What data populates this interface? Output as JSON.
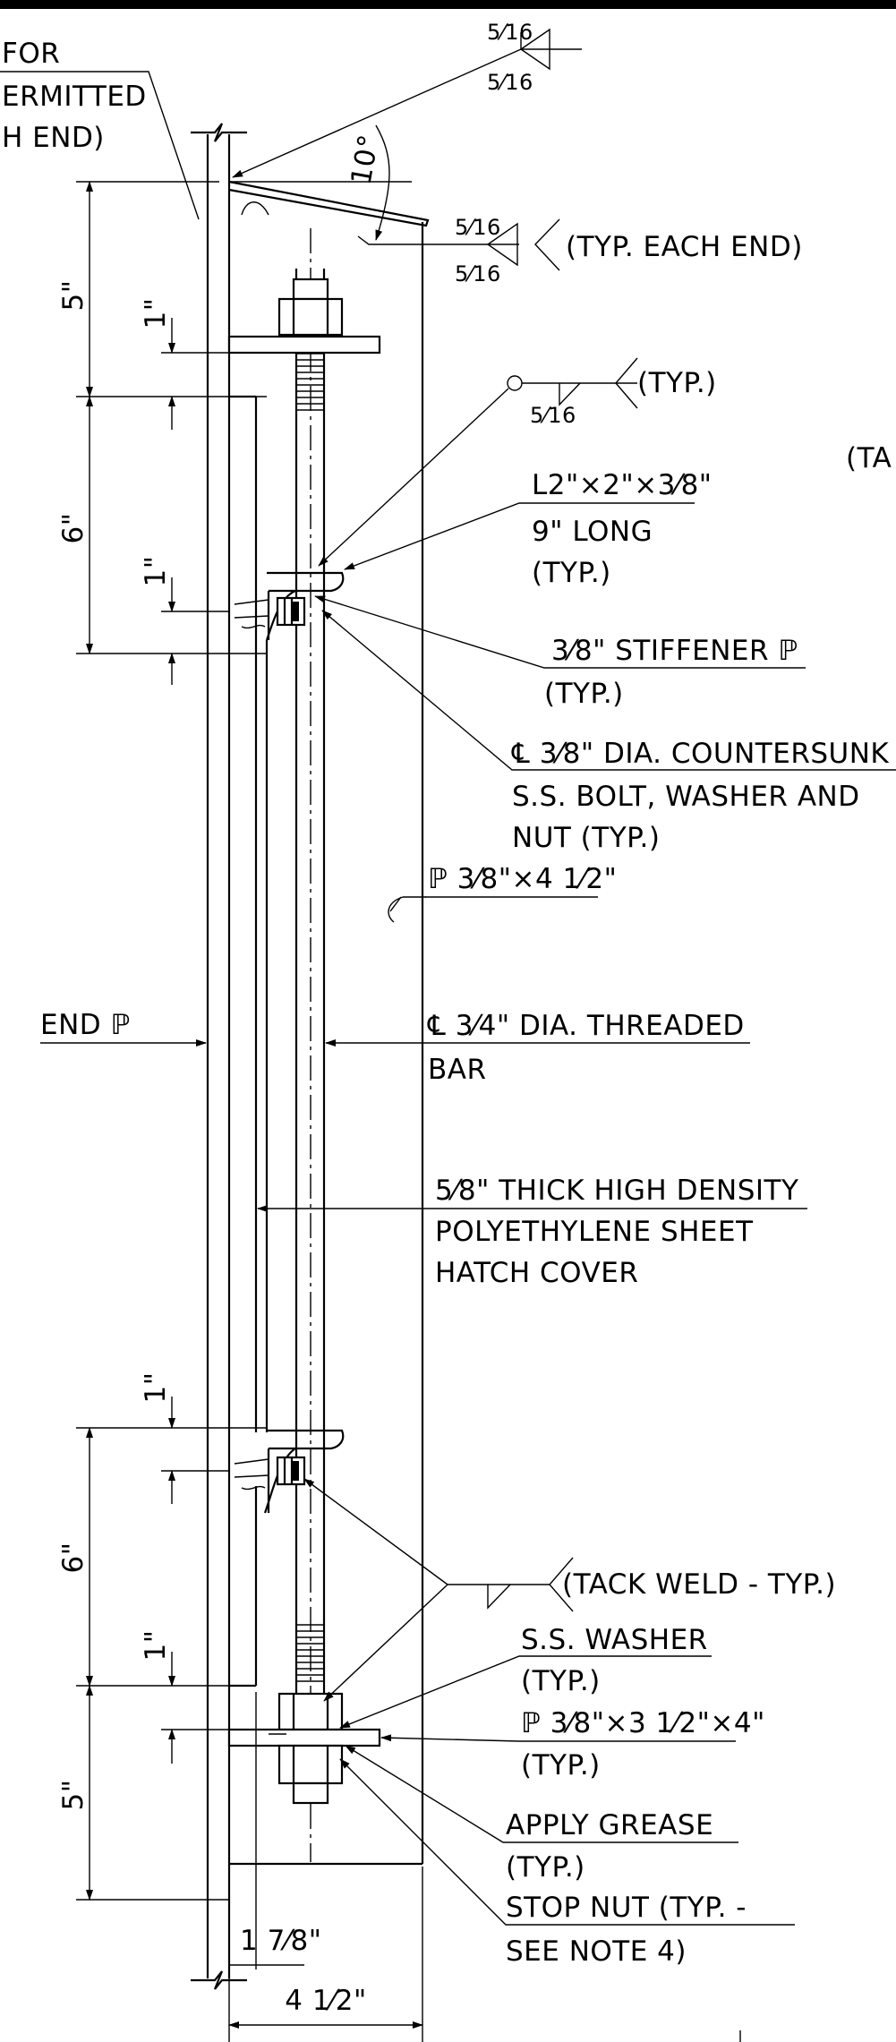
{
  "partial_notes": {
    "line1": "FOR",
    "line2": "ERMITTED",
    "line3": "H END)",
    "right_partial": "(TA"
  },
  "fractions": {
    "five_sixteenths": "5⁄16",
    "five": "5",
    "sixteen": "16",
    "three_eighths": "3⁄8",
    "seven_eighths": "7⁄8",
    "one_half": "1⁄2"
  },
  "angle": "10°",
  "dimensions": {
    "top_5": "5\"",
    "top_1": "1\"",
    "top_6": "6\"",
    "mid_1": "1\"",
    "bot_1a": "1\"",
    "bot_6": "6\"",
    "bot_1b": "1\"",
    "bot_5": "5\"",
    "width_1_7_8": "1 7⁄8\"",
    "width_4_1_2": "4 1⁄2\""
  },
  "labels": {
    "typ_each_end": "(TYP. EACH END)",
    "typ_weld": "(TYP.)",
    "angle_line1": "L2\"×2\"×3⁄8\"",
    "angle_line2": "9\" LONG",
    "angle_line3": "(TYP.)",
    "stiffener_line1": "3⁄8\" STIFFENER ℙ",
    "stiffener_line2": "(TYP.)",
    "bolt_line1": "℄ 3⁄8\" DIA. COUNTERSUNK",
    "bolt_line2": "S.S. BOLT, WASHER AND",
    "bolt_line3": "NUT (TYP.)",
    "plate": "ℙ 3⁄8\"×4 1⁄2\"",
    "end_plate": "END ℙ",
    "bar_line1": "℄ 3⁄4\" DIA. THREADED",
    "bar_line2": "BAR",
    "poly_line1": "5⁄8\" THICK HIGH DENSITY",
    "poly_line2": "POLYETHYLENE SHEET",
    "poly_line3": "HATCH COVER",
    "tack_weld": "(TACK WELD - TYP.)",
    "washer_line1": "S.S. WASHER",
    "washer_line2": "(TYP.)",
    "plate2_line1": "ℙ 3⁄8\"×3 1⁄2\"×4\"",
    "plate2_line2": "(TYP.)",
    "grease_line1": "APPLY GREASE",
    "grease_line2": "(TYP.)",
    "stopnut_line1": "STOP NUT (TYP. -",
    "stopnut_line2": "SEE NOTE 4)"
  }
}
